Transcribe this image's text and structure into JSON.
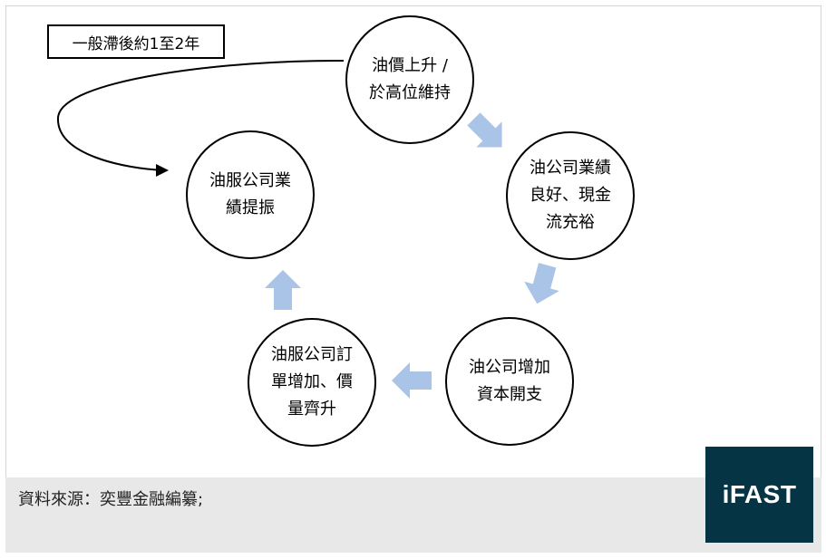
{
  "lag_note": "一般滯後約1至2年",
  "nodes": [
    {
      "id": "oil-price",
      "lines": [
        "油價上升 /",
        "於高位維持"
      ]
    },
    {
      "id": "oil-company-results",
      "lines": [
        "油公司業績",
        "良好、現金",
        "流充裕"
      ]
    },
    {
      "id": "oil-company-capex",
      "lines": [
        "油公司增加",
        "資本開支"
      ]
    },
    {
      "id": "oilfield-orders",
      "lines": [
        "油服公司訂",
        "單增加、價",
        "量齊升"
      ]
    },
    {
      "id": "oilfield-results",
      "lines": [
        "油服公司業",
        "績提振"
      ]
    }
  ],
  "footer": {
    "source": "資料來源：奕豐金融編纂;"
  },
  "logo": {
    "text": "iFAST",
    "background": "#053545"
  },
  "colors": {
    "flow_arrow": "#a9c4e6",
    "lag_arrow": "#000000",
    "footer_band": "#e8e8e8"
  }
}
